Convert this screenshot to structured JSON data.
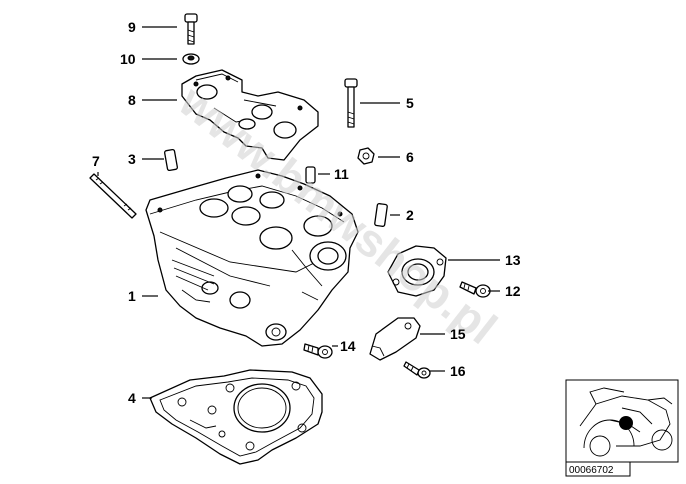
{
  "watermark": "www.bmwshop.pl",
  "reference_id": "00066702",
  "callouts": [
    {
      "id": "c1",
      "label": "1"
    },
    {
      "id": "c2",
      "label": "2"
    },
    {
      "id": "c3",
      "label": "3"
    },
    {
      "id": "c4",
      "label": "4"
    },
    {
      "id": "c5",
      "label": "5"
    },
    {
      "id": "c6",
      "label": "6"
    },
    {
      "id": "c7",
      "label": "7"
    },
    {
      "id": "c8",
      "label": "8"
    },
    {
      "id": "c9",
      "label": "9"
    },
    {
      "id": "c10",
      "label": "10"
    },
    {
      "id": "c11",
      "label": "11"
    },
    {
      "id": "c12",
      "label": "12"
    },
    {
      "id": "c13",
      "label": "13"
    },
    {
      "id": "c14",
      "label": "14"
    },
    {
      "id": "c15",
      "label": "15"
    },
    {
      "id": "c16",
      "label": "16"
    }
  ]
}
